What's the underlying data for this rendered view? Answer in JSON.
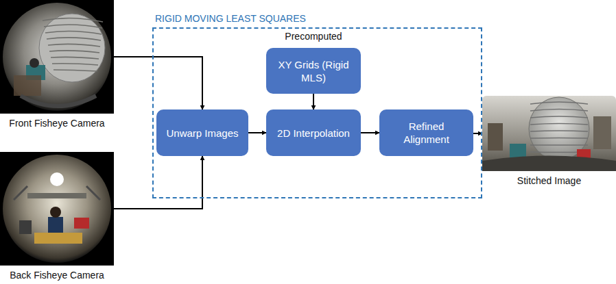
{
  "diagram": {
    "nodes": [
      {
        "text": [
          "Front Fisheye Camera"
        ]
      },
      {
        "text": [
          "RIGID MOVING LEAST SQUARES"
        ]
      },
      {
        "text": [
          "XY Grids (Rigid MLS)"
        ],
        "in": 1
      },
      {
        "text": [
          "Unwarp Images"
        ],
        "in": 1
      },
      {
        "text": [
          "2D Interpolation"
        ],
        "in": 1
      },
      {
        "text": [
          "Refined Alignment"
        ],
        "in": 1
      },
      {
        "text": [
          "Stitched Image"
        ]
      },
      {
        "text": [
          "Back Fisheye Camera"
        ]
      }
    ],
    "edges": [
      {
        "from": 0,
        "to": 3,
        "arrow": "to"
      },
      {
        "from": 7,
        "to": 3,
        "arrow": "to"
      },
      {
        "from": 3,
        "to": 4,
        "arrow": "to"
      },
      {
        "from": 2,
        "to": 4,
        "arrow": "to"
      },
      {
        "from": 4,
        "to": 5,
        "arrow": "to"
      },
      {
        "from": 5,
        "to": 6,
        "arrow": "to"
      }
    ],
    "labels": [
      "Precomputed"
    ]
  }
}
